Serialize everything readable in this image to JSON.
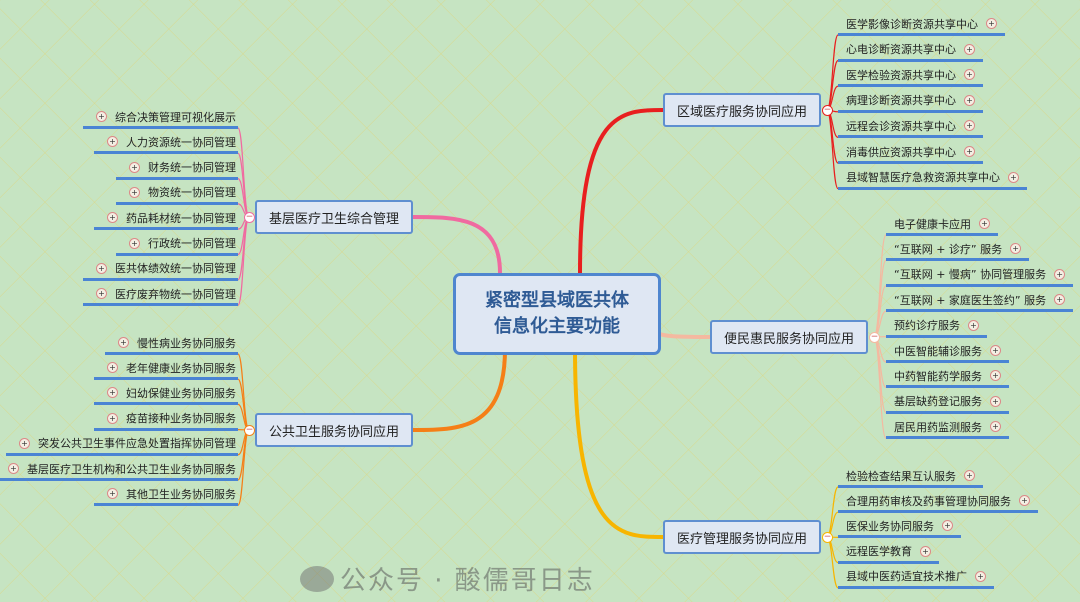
{
  "root": {
    "title": "紧密型县域医共体\n信息化主要功能"
  },
  "branches": [
    {
      "label": "区域医疗服务协同应用",
      "color": "#e81f1f",
      "children": [
        "医学影像诊断资源共享中心",
        "心电诊断资源共享中心",
        "医学检验资源共享中心",
        "病理诊断资源共享中心",
        "远程会诊资源共享中心",
        "消毒供应资源共享中心",
        "县域智慧医疗急救资源共享中心"
      ]
    },
    {
      "label": "便民惠民服务协同应用",
      "color": "#f4b9a0",
      "children": [
        "电子健康卡应用",
        "“互联网 + 诊疗” 服务",
        "“互联网 + 慢病” 协同管理服务",
        "“互联网 + 家庭医生签约” 服务",
        "预约诊疗服务",
        "中医智能辅诊服务",
        "中药智能药学服务",
        "基层缺药登记服务",
        "居民用药监测服务"
      ]
    },
    {
      "label": "医疗管理服务协同应用",
      "color": "#f7b500",
      "children": [
        "检验检查结果互认服务",
        "合理用药审核及药事管理协同服务",
        "医保业务协同服务",
        "远程医学教育",
        "县域中医药适宜技术推广"
      ]
    },
    {
      "label": "基层医疗卫生综合管理",
      "color": "#f06aa0",
      "children": [
        "综合决策管理可视化展示",
        "人力资源统一协同管理",
        "财务统一协同管理",
        "物资统一协同管理",
        "药品耗材统一协同管理",
        "行政统一协同管理",
        "医共体绩效统一协同管理",
        "医疗废弃物统一协同管理"
      ]
    },
    {
      "label": "公共卫生服务协同应用",
      "color": "#f57f17",
      "children": [
        "慢性病业务协同服务",
        "老年健康业务协同服务",
        "妇幼保健业务协同服务",
        "疫苗接种业务协同服务",
        "突发公共卫生事件应急处置指挥协同管理",
        "基层医疗卫生机构和公共卫生业务协同服务",
        "其他卫生业务协同服务"
      ]
    }
  ],
  "icons": {
    "expand": "plus-circle-icon",
    "collapse": "minus-circle-icon"
  },
  "watermark": "公众号 · 酸儒哥日志"
}
